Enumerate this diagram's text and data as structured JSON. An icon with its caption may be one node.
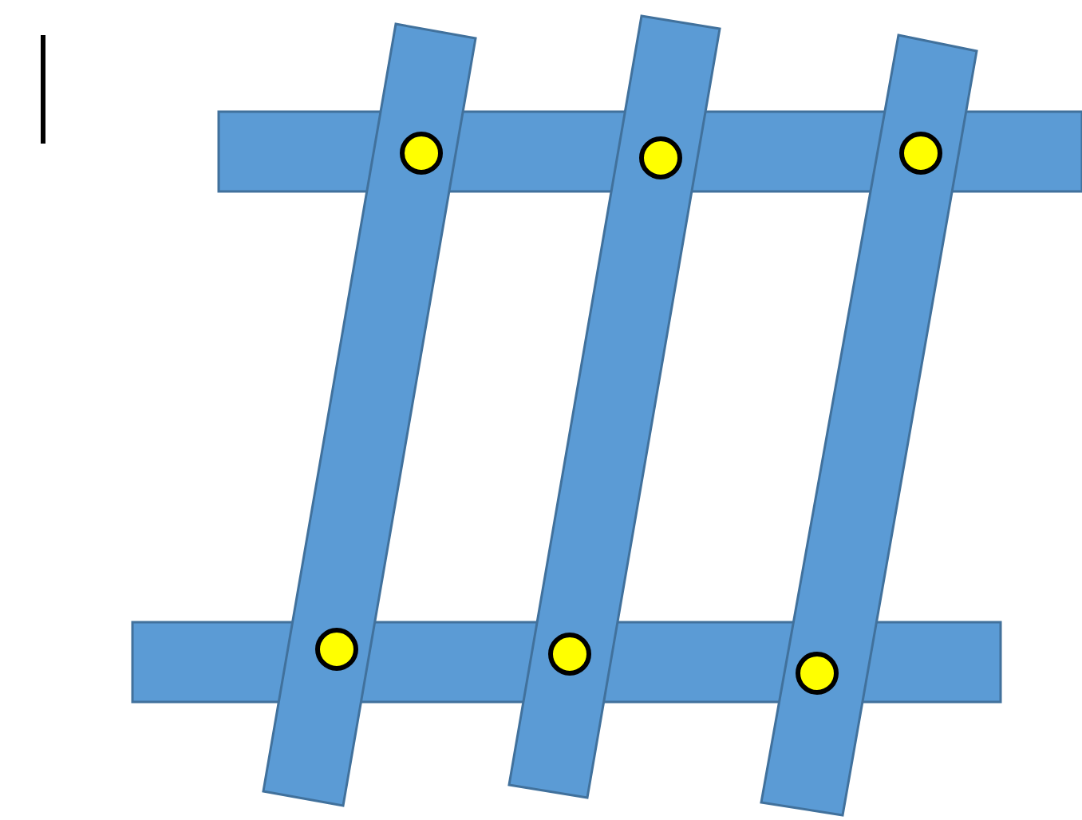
{
  "diagram": {
    "nodes": [
      {
        "text": [],
        "shape": "bar"
      },
      {
        "text": [],
        "shape": "bar"
      },
      {
        "text": [],
        "shape": "bar"
      },
      {
        "text": [],
        "shape": "bar"
      },
      {
        "text": [],
        "shape": "bar"
      },
      {
        "text": [],
        "shape": "circle"
      },
      {
        "text": [],
        "shape": "circle"
      },
      {
        "text": [],
        "shape": "circle"
      },
      {
        "text": [],
        "shape": "circle"
      },
      {
        "text": [],
        "shape": "circle"
      },
      {
        "text": [],
        "shape": "circle"
      }
    ]
  }
}
